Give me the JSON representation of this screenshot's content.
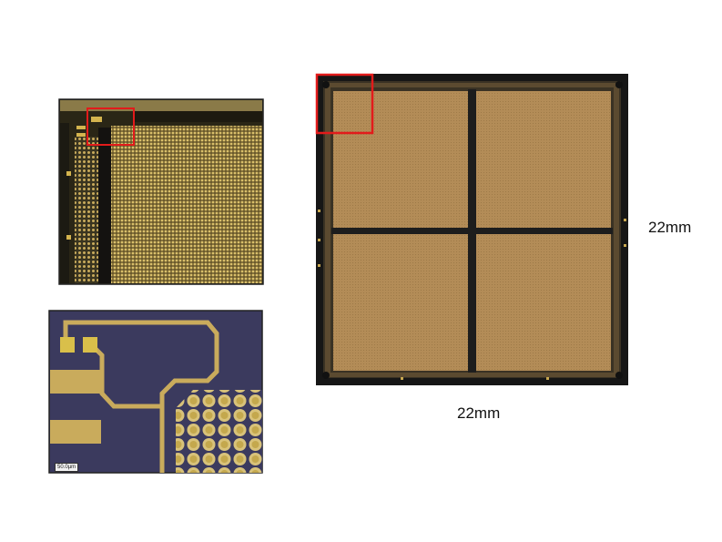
{
  "figure": {
    "chip_width_label": "22mm",
    "chip_height_label": "22mm",
    "scale_bar_label": "50.0µm"
  },
  "colors": {
    "die_border": "#1a1a1a",
    "die_fill": "#b08a55",
    "pad_gold": "#c9a850",
    "substrate_dark": "#3b3a5e",
    "callout_red": "#e21b1b"
  },
  "panels": {
    "main_die": "full die with four quadrant blocks",
    "zoom_1": "corner magnification showing bump array",
    "zoom_2": "high magnification of routing traces and bumps"
  }
}
